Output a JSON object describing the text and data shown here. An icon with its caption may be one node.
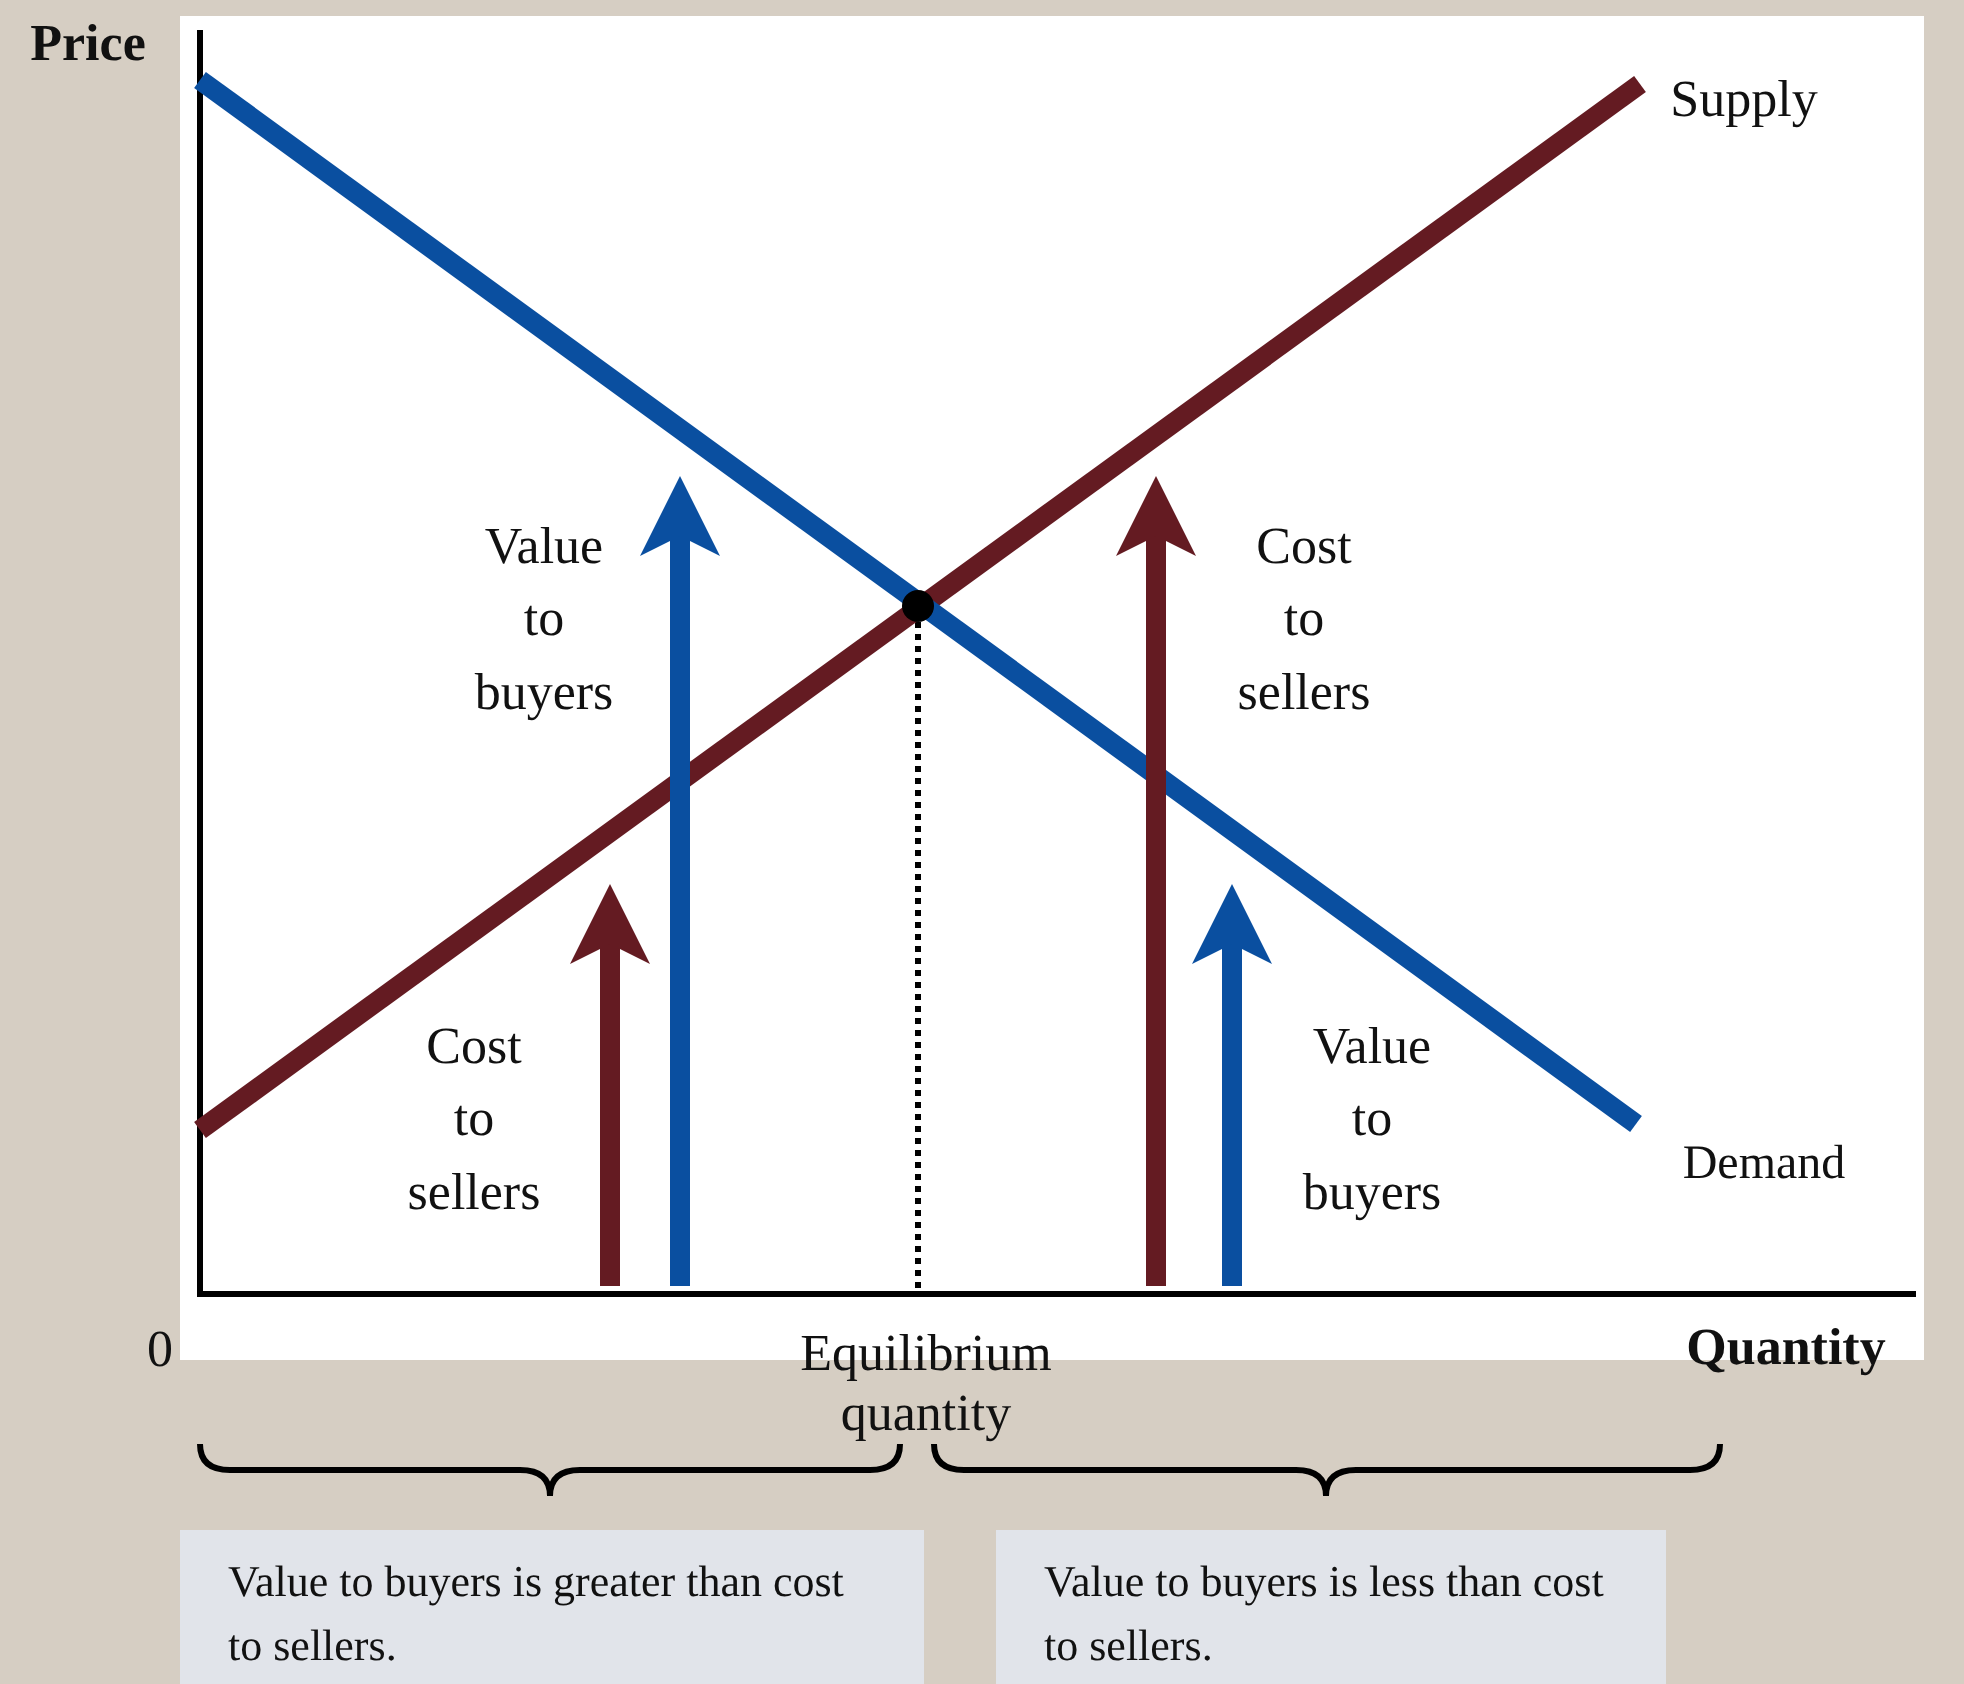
{
  "diagram": {
    "nodes": [
      {
        "text": [
          "Value to buyers is greater than cost to sellers."
        ]
      },
      {
        "text": [
          "Value to buyers is less than cost to sellers."
        ]
      }
    ],
    "edges": [],
    "labels": [
      "Price",
      "Supply",
      "Value to buyers",
      "Cost to sellers",
      "Cost to sellers",
      "Value to buyers",
      "Demand",
      "0",
      "Equilibrium quantity",
      "Quantity"
    ]
  }
}
